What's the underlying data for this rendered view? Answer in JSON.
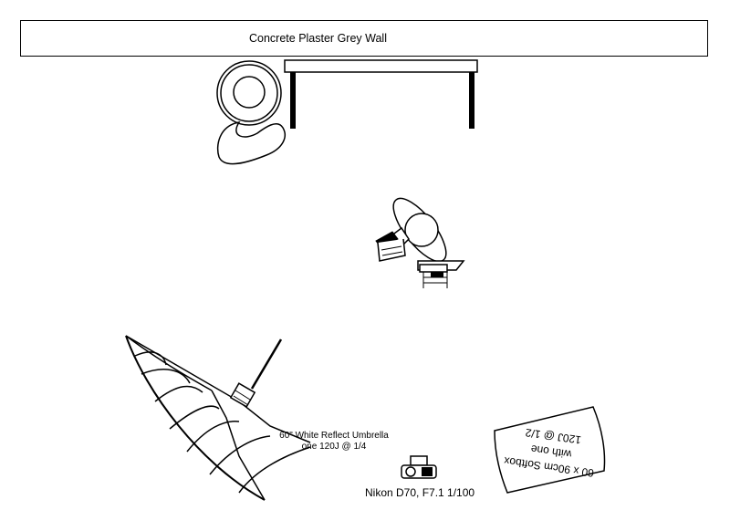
{
  "wall": {
    "label": "Concrete Plaster Grey Wall"
  },
  "umbrella": {
    "line1": "60\" White Reflect Umbrella",
    "line2": "one 120J @ 1/4"
  },
  "camera": {
    "label": "Nikon D70, F7.1 1/100"
  },
  "softbox": {
    "line1": "60 x 90cm Softbox",
    "line2": "with one",
    "line3": "120J @ 1/2"
  },
  "colors": {
    "stroke": "#000000",
    "background": "#ffffff"
  }
}
